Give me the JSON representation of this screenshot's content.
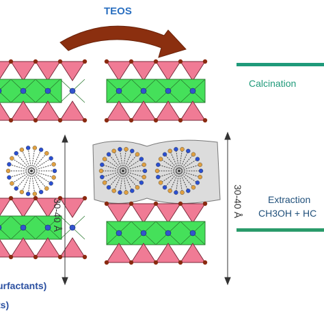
{
  "labels": {
    "teos": "TEOS",
    "calcination": "Calcination",
    "extraction_line1": "Extraction",
    "extraction_line2": "CH3OH + HC",
    "spacing_left": "30-40 Å",
    "spacing_right": "30-40 Å",
    "footnote_1": "urfactants)",
    "footnote_2": "ts)"
  },
  "colors": {
    "octahedral_layer": "#45e05a",
    "tetrahedra": "#f07b95",
    "arrow": "#8b2f0f",
    "calcination_line": "#1f9a7a",
    "extraction_line": "#2a9b6a",
    "surfactant_head_blue": "#2a4fd0",
    "surfactant_head_orange": "#e0a040",
    "silica_pillar_fill": "#dcdcdc"
  }
}
